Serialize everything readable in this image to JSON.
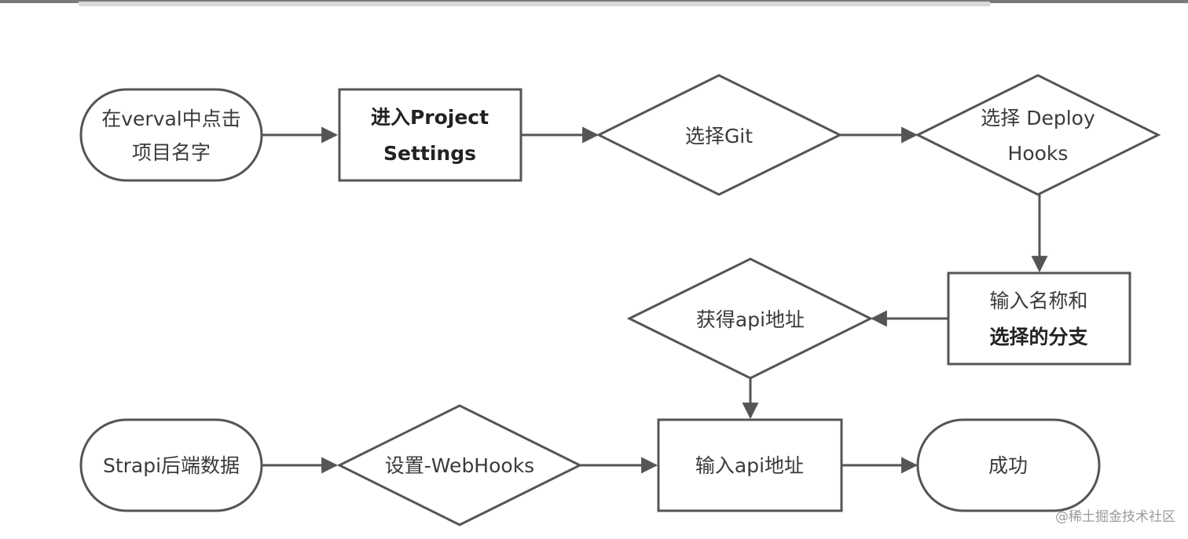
{
  "nodes": {
    "n1": {
      "lines": [
        "在verval中点击",
        "项目名字"
      ]
    },
    "n2": {
      "lines": [
        "进入Project",
        "Settings"
      ]
    },
    "n3": {
      "lines": [
        "选择Git"
      ]
    },
    "n4": {
      "lines": [
        "选择 Deploy",
        "Hooks"
      ]
    },
    "n5": {
      "lines": [
        "输入名称和",
        "选择的分支"
      ]
    },
    "n6": {
      "lines": [
        "获得api地址"
      ]
    },
    "n7": {
      "lines": [
        "Strapi后端数据"
      ]
    },
    "n8": {
      "lines": [
        "设置-WebHooks"
      ]
    },
    "n9": {
      "lines": [
        "输入api地址"
      ]
    },
    "n10": {
      "lines": [
        "成功"
      ]
    }
  },
  "edges": [
    {
      "from": "在verval中点击 项目名字",
      "to": "进入Project Settings"
    },
    {
      "from": "进入Project Settings",
      "to": "选择Git"
    },
    {
      "from": "选择Git",
      "to": "选择 Deploy Hooks"
    },
    {
      "from": "选择 Deploy Hooks",
      "to": "输入名称和 选择的分支"
    },
    {
      "from": "输入名称和 选择的分支",
      "to": "获得api地址"
    },
    {
      "from": "获得api地址",
      "to": "输入api地址"
    },
    {
      "from": "Strapi后端数据",
      "to": "设置-WebHooks"
    },
    {
      "from": "设置-WebHooks",
      "to": "输入api地址"
    },
    {
      "from": "输入api地址",
      "to": "成功"
    }
  ],
  "colors": {
    "stroke": "#555555",
    "text": "#3a3a3a",
    "background": "#ffffff"
  },
  "watermark": "@稀土掘金技术社区"
}
